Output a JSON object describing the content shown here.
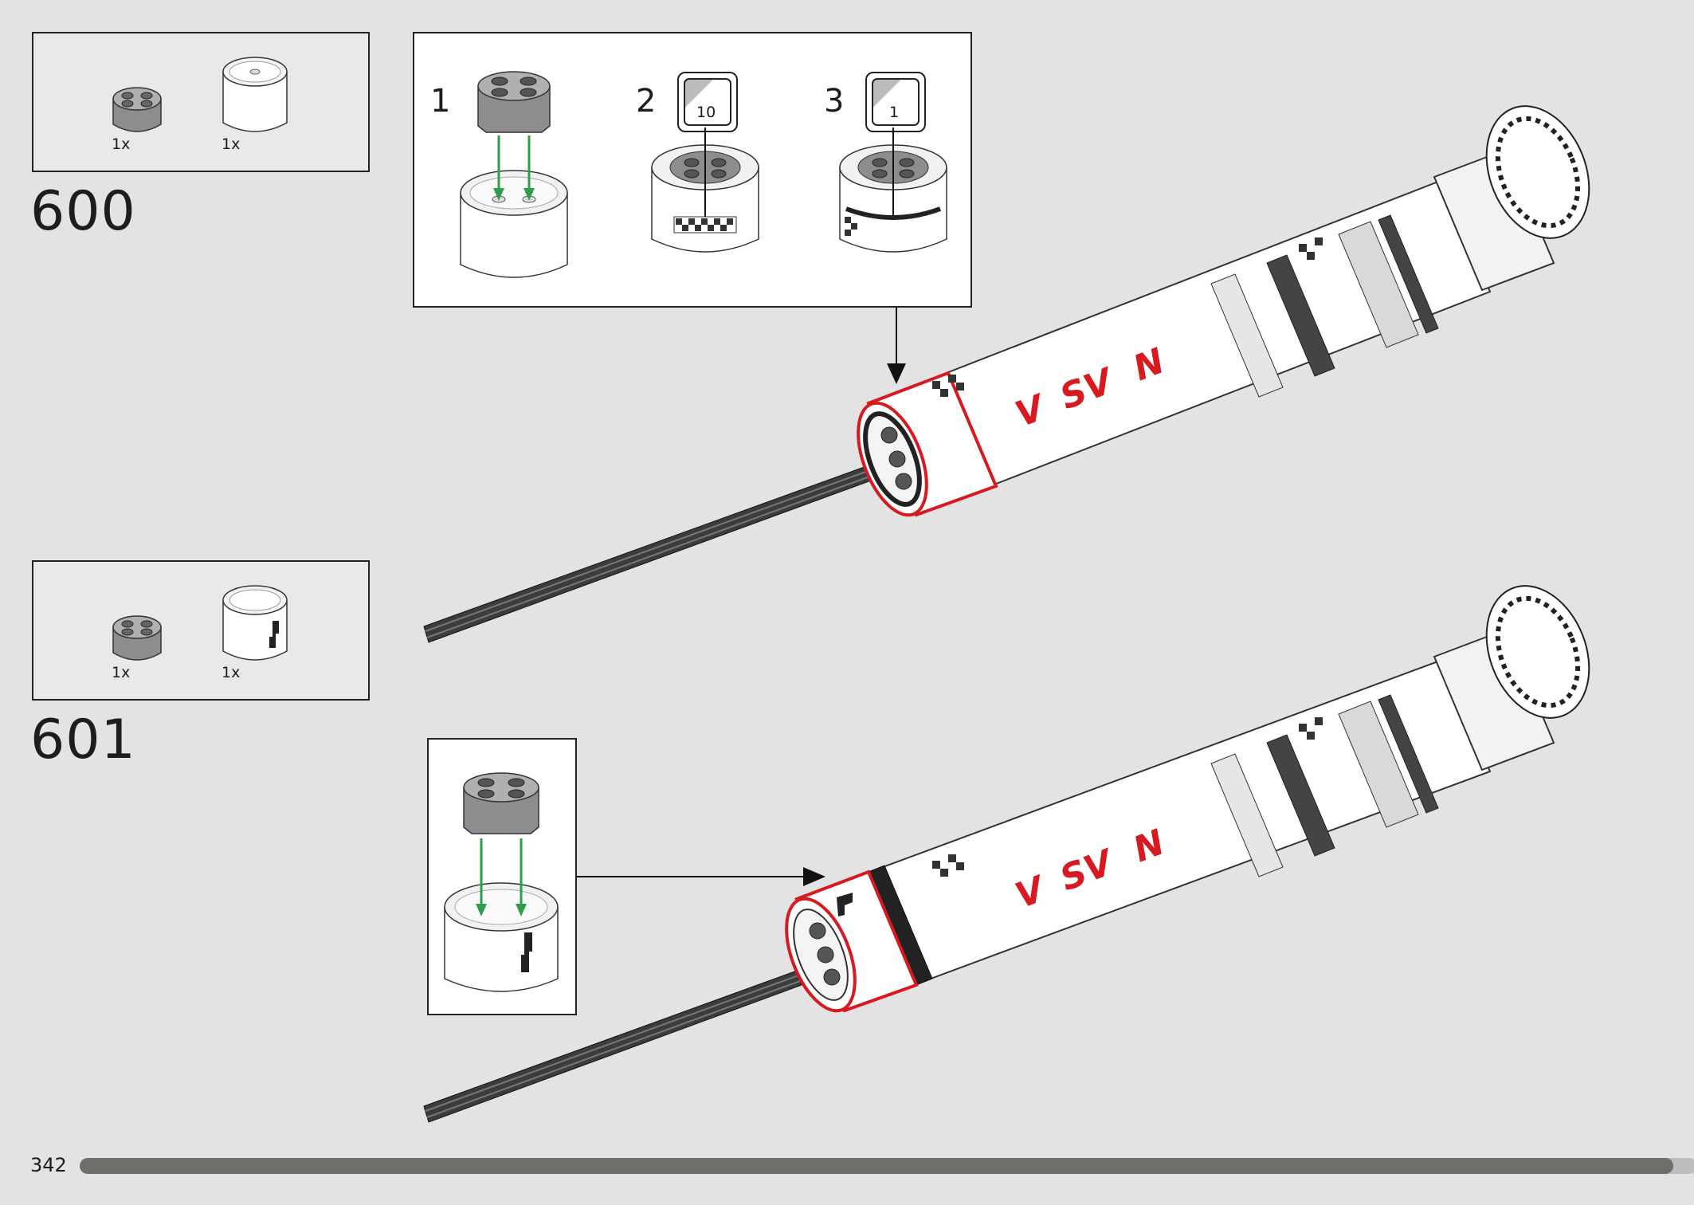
{
  "page": {
    "number": "342",
    "progress": 0.985,
    "progress_color": "#6f6e68",
    "background": "#e3e3e3"
  },
  "steps": [
    {
      "number": "600",
      "parts": [
        {
          "qty": "1x",
          "icon": "gray-round-brick-2x2-icon"
        },
        {
          "qty": "1x",
          "icon": "white-round-brick-2x2-icon"
        }
      ],
      "substeps": [
        {
          "number": "1"
        },
        {
          "number": "2",
          "sticker": "10"
        },
        {
          "number": "3",
          "sticker": "1"
        }
      ]
    },
    {
      "number": "601",
      "parts": [
        {
          "qty": "1x",
          "icon": "gray-round-brick-2x2-icon"
        },
        {
          "qty": "1x",
          "icon": "white-round-brick-striped-icon"
        }
      ]
    }
  ],
  "hilt_decal": {
    "letters": [
      "V",
      "SV",
      "N"
    ],
    "color": "#d71920"
  },
  "colors": {
    "highlight": "#d71920",
    "arrow_green": "#2e9e4a",
    "part_gray": "#8a8a8a"
  }
}
